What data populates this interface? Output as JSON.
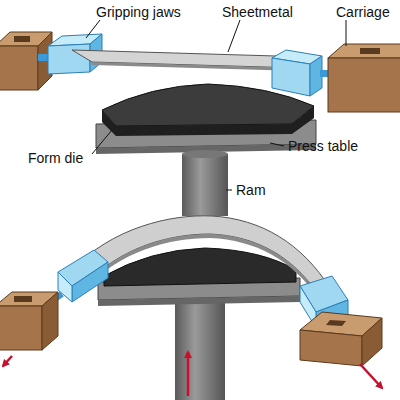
{
  "diagram": {
    "labels": [
      "Gripping jaws",
      "Sheetmetal",
      "Carriage",
      "Press table",
      "Form die",
      "Ram"
    ]
  }
}
